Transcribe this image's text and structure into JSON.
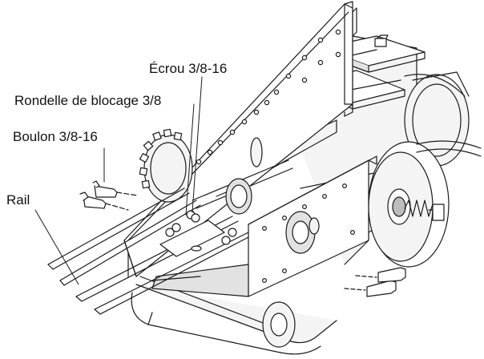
{
  "callouts": {
    "ecrou": "Écrou 3/8-16",
    "rondelle": "Rondelle de blocage  3/8",
    "boulon": "Boulon 3/8-16",
    "rail": "Rail"
  },
  "colors": {
    "line": "#1a1a1a",
    "fill_light": "#f4f4f4",
    "fill_mid": "#e2e2e2",
    "fill_dark": "#bdbdbd"
  }
}
